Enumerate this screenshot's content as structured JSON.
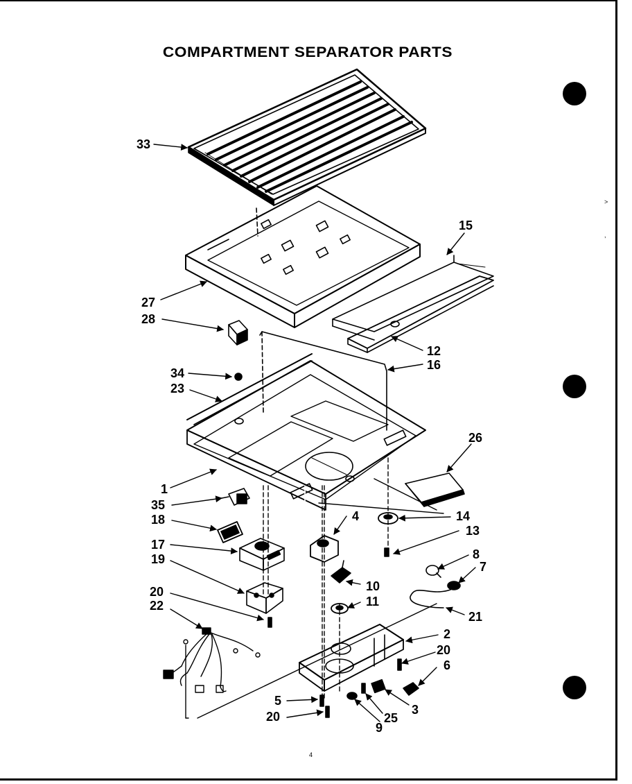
{
  "title": "COMPARTMENT SEPARATOR PARTS",
  "page_number": "4",
  "margin_marks": [
    ">",
    ","
  ],
  "callouts": [
    {
      "id": "c33",
      "label": "33"
    },
    {
      "id": "c15",
      "label": "15"
    },
    {
      "id": "c27",
      "label": "27"
    },
    {
      "id": "c28",
      "label": "28"
    },
    {
      "id": "c12",
      "label": "12"
    },
    {
      "id": "c16",
      "label": "16"
    },
    {
      "id": "c34",
      "label": "34"
    },
    {
      "id": "c23",
      "label": "23"
    },
    {
      "id": "c26",
      "label": "26"
    },
    {
      "id": "c1",
      "label": "1"
    },
    {
      "id": "c35",
      "label": "35"
    },
    {
      "id": "c18",
      "label": "18"
    },
    {
      "id": "c4",
      "label": "4"
    },
    {
      "id": "c14",
      "label": "14"
    },
    {
      "id": "c13",
      "label": "13"
    },
    {
      "id": "c17",
      "label": "17"
    },
    {
      "id": "c19",
      "label": "19"
    },
    {
      "id": "c8",
      "label": "8"
    },
    {
      "id": "c7",
      "label": "7"
    },
    {
      "id": "c10",
      "label": "10"
    },
    {
      "id": "c11",
      "label": "11"
    },
    {
      "id": "c20a",
      "label": "20"
    },
    {
      "id": "c22",
      "label": "22"
    },
    {
      "id": "c21",
      "label": "21"
    },
    {
      "id": "c2",
      "label": "2"
    },
    {
      "id": "c20b",
      "label": "20"
    },
    {
      "id": "c6",
      "label": "6"
    },
    {
      "id": "c5",
      "label": "5"
    },
    {
      "id": "c20c",
      "label": "20"
    },
    {
      "id": "c25",
      "label": "25"
    },
    {
      "id": "c3",
      "label": "3"
    },
    {
      "id": "c9",
      "label": "9"
    }
  ]
}
